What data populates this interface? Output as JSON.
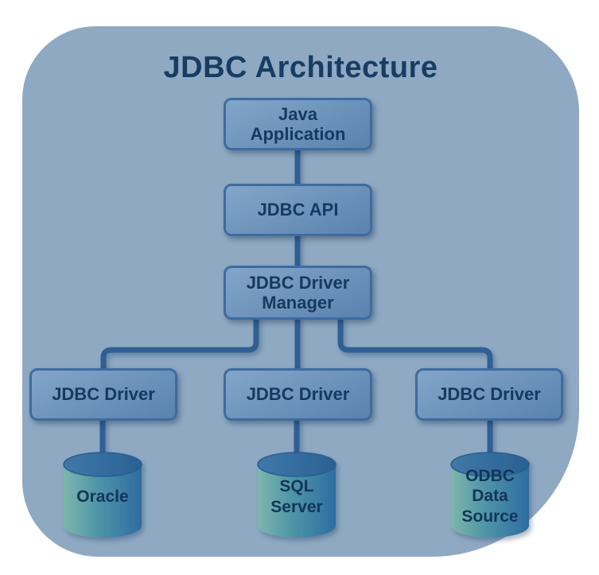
{
  "title": "JDBC Architecture",
  "nodes": {
    "java_app": {
      "label": "Java Application"
    },
    "jdbc_api": {
      "label": "JDBC API"
    },
    "driver_manager": {
      "label": "JDBC Driver Manager"
    },
    "driver_left": {
      "label": "JDBC Driver"
    },
    "driver_center": {
      "label": "JDBC Driver"
    },
    "driver_right": {
      "label": "JDBC Driver"
    }
  },
  "databases": {
    "oracle": {
      "label": "Oracle"
    },
    "sql": {
      "label": "SQL Server"
    },
    "odbc": {
      "label": "ODBC Data Source"
    }
  },
  "colors": {
    "canvas_bg": "#FFFFFF",
    "panel_bg": "#8FA9C3",
    "box_border": "#3D6CA0",
    "box_fill_light": "#84A5C9",
    "box_fill_dark": "#5A82AE",
    "text": "#15395F",
    "title_text": "#173D63",
    "connector": "#2D6095",
    "cylinder_left": "#7DB7AB",
    "cylinder_right": "#2E6CA2",
    "cylinder_top": "#2F679B"
  }
}
